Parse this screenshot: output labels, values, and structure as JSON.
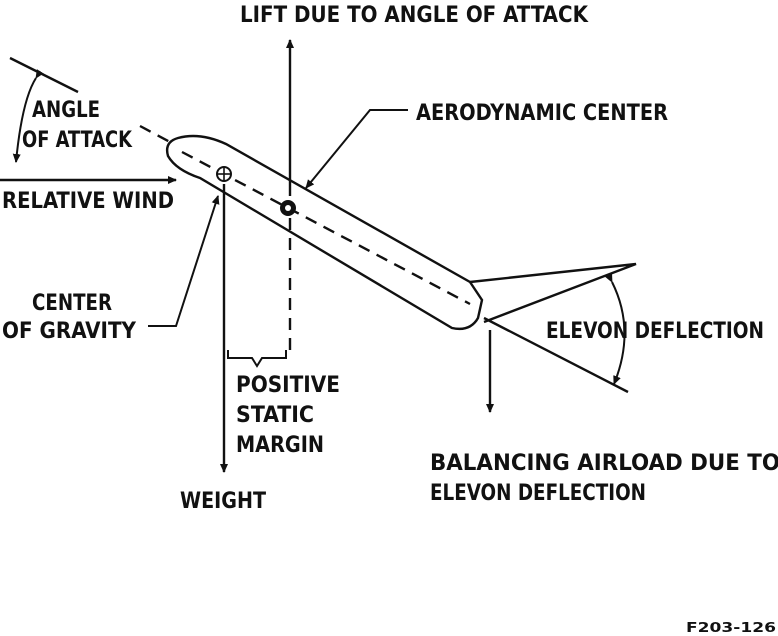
{
  "labels": {
    "lift": "LIFT DUE TO ANGLE OF ATTACK",
    "aero_center": "AERODYNAMIC CENTER",
    "angle_line1": "ANGLE",
    "angle_line2": "OF ATTACK",
    "relative_wind": "RELATIVE WIND",
    "cg_line1": "CENTER",
    "cg_line2": "OF GRAVITY",
    "elevon_deflection": "ELEVON DEFLECTION",
    "margin_line1": "POSITIVE",
    "margin_line2": "STATIC",
    "margin_line3": "MARGIN",
    "weight": "WEIGHT",
    "balancing_line1": "BALANCING AIRLOAD DUE TO",
    "balancing_line2": "ELEVON DEFLECTION",
    "figure_id": "F203-126"
  }
}
